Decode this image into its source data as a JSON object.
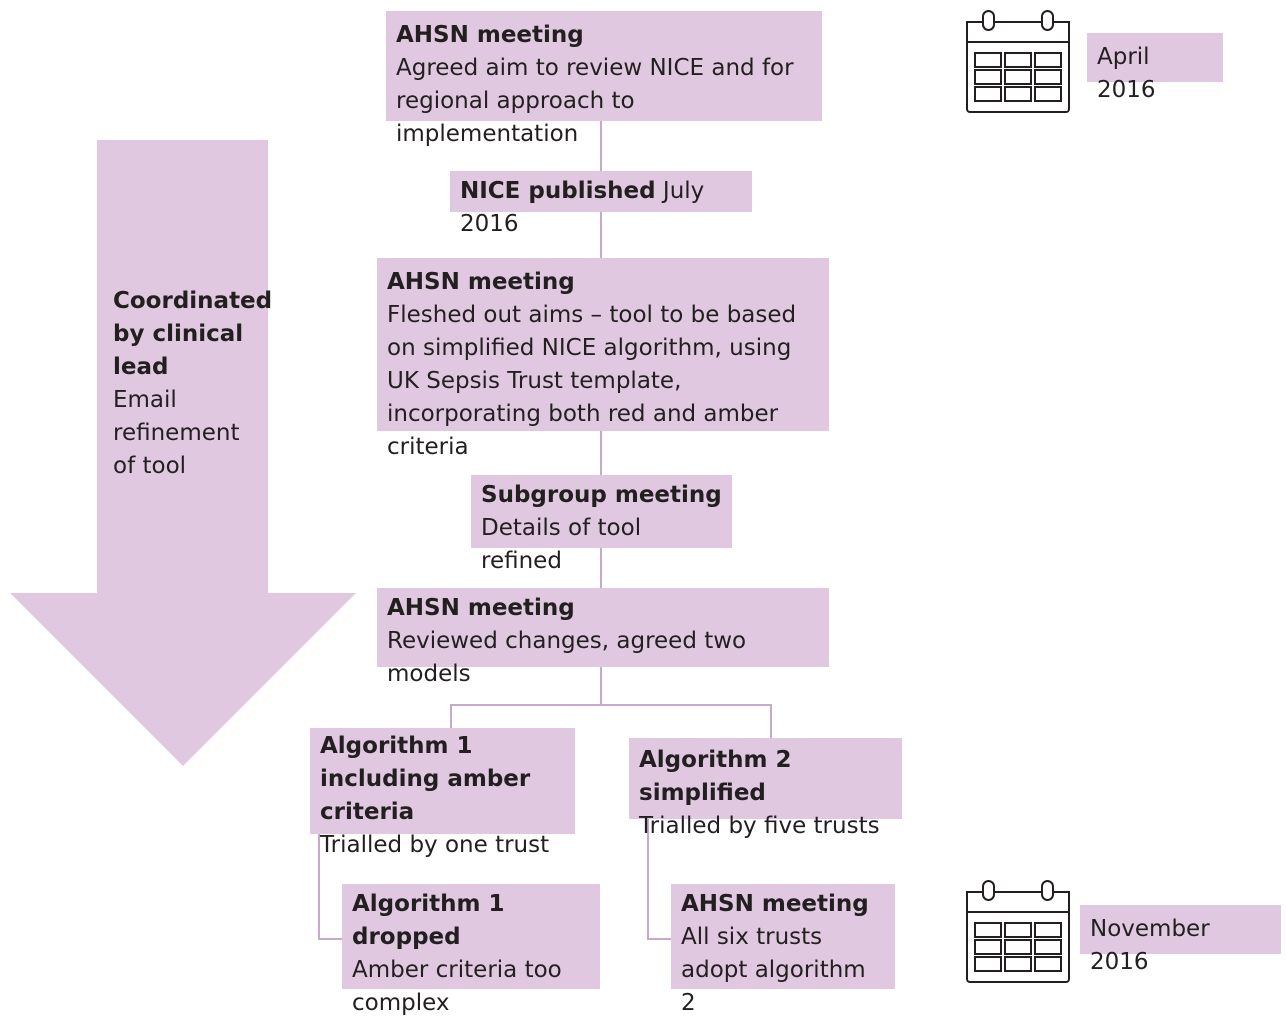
{
  "arrow": {
    "title": "Coordinated by clinical lead",
    "desc": "Email refinement of tool"
  },
  "steps": {
    "ahsn1": {
      "title": "AHSN meeting",
      "desc": "Agreed aim to review NICE and for regional approach to implementation"
    },
    "nice": {
      "title": "NICE published",
      "desc": "July 2016"
    },
    "ahsn2": {
      "title": "AHSN meeting",
      "desc": "Fleshed out aims – tool to be based on simplified NICE algorithm, using UK Sepsis Trust template, incorporating both red and amber criteria"
    },
    "subgroup": {
      "title": "Subgroup meeting",
      "desc": "Details of tool refined"
    },
    "ahsn3": {
      "title": "AHSN meeting",
      "desc": "Reviewed changes, agreed two models"
    },
    "alg1": {
      "title": "Algorithm 1 including amber criteria",
      "desc": "Trialled by one trust"
    },
    "alg2": {
      "title": "Algorithm 2 simplified",
      "desc": "Trialled by five trusts"
    },
    "alg1_dropped": {
      "title": "Algorithm 1 dropped",
      "desc": "Amber criteria too complex"
    },
    "ahsn4": {
      "title": "AHSN meeting",
      "desc": "All six trusts adopt algorithm 2"
    }
  },
  "dates": {
    "start": "April 2016",
    "end": "November 2016"
  },
  "icons": {
    "calendar": "calendar-icon",
    "arrow": "down-arrow"
  },
  "colors": {
    "box_fill": "#e0c9e0",
    "arrow_fill": "#e0c9e0",
    "connector": "#c9a9c9",
    "text": "#231f20"
  }
}
